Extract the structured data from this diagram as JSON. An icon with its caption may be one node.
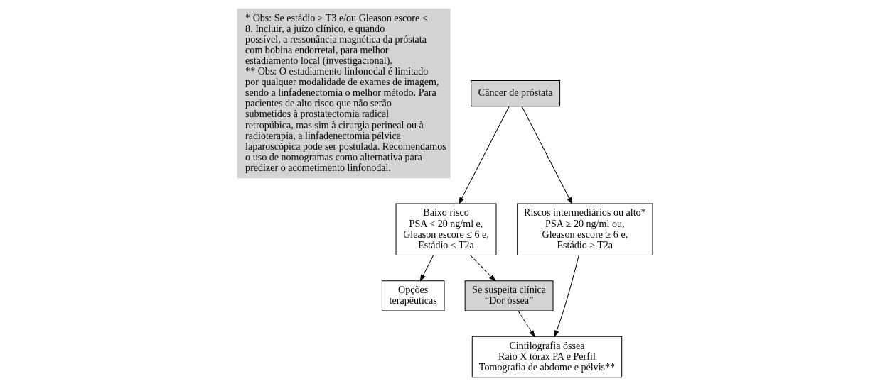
{
  "diagram": {
    "nodes": [
      {
        "text": [
          "* Obs: Se estádio ≥ T3 e/ou Gleason escore ≤ 8. Incluir, a juízo clínico, e quando possível, a ressonância magnética da próstata com bobina endorretal, para melhor estadiamento local (investigacional).",
          "** Obs: O estadiamento linfonodal é limitado por qualquer modalidade de exames de imagem, sendo a linfadenectomia o melhor método. Para pacientes de alto risco que não serão submetidos à prostatectomia radical retropúbica, mas sim à cirurgia perineal ou à radioterapia, a linfadenectomia pélvica laparoscópica pode ser postulada. Recomendamos o uso de nomogramas como alternativa para predizer o acometimento linfonodal."
        ]
      },
      {
        "text": [
          "Câncer de próstata"
        ]
      },
      {
        "text": [
          "Baixo risco",
          "PSA < 20 ng/ml e,",
          "Gleason escore ≤ 6 e,",
          "Estádio ≤ T2a"
        ]
      },
      {
        "text": [
          "Riscos intermediários ou alto*",
          "PSA ≥ 20 ng/ml ou,",
          "Gleason escore ≥ 6 e,",
          "Estádio ≥ T2a"
        ]
      },
      {
        "text": [
          "Opções terapêuticas"
        ]
      },
      {
        "text": [
          "Se suspeita clínica “Dor óssea”"
        ]
      },
      {
        "text": [
          "Cintilografia óssea",
          "Raio X tórax PA e Perfil",
          "Tomografia de abdome e pélvis**"
        ]
      }
    ],
    "edges": [
      {
        "from": 1,
        "to": 2,
        "arrow": "to"
      },
      {
        "from": 1,
        "to": 3,
        "arrow": "to"
      },
      {
        "from": 2,
        "to": 4,
        "arrow": "to"
      },
      {
        "from": 2,
        "to": 5,
        "arrow": "to",
        "style": "dashed"
      },
      {
        "from": 3,
        "to": 6,
        "arrow": "to"
      },
      {
        "from": 5,
        "to": 6,
        "arrow": "to",
        "style": "dashed"
      }
    ]
  }
}
